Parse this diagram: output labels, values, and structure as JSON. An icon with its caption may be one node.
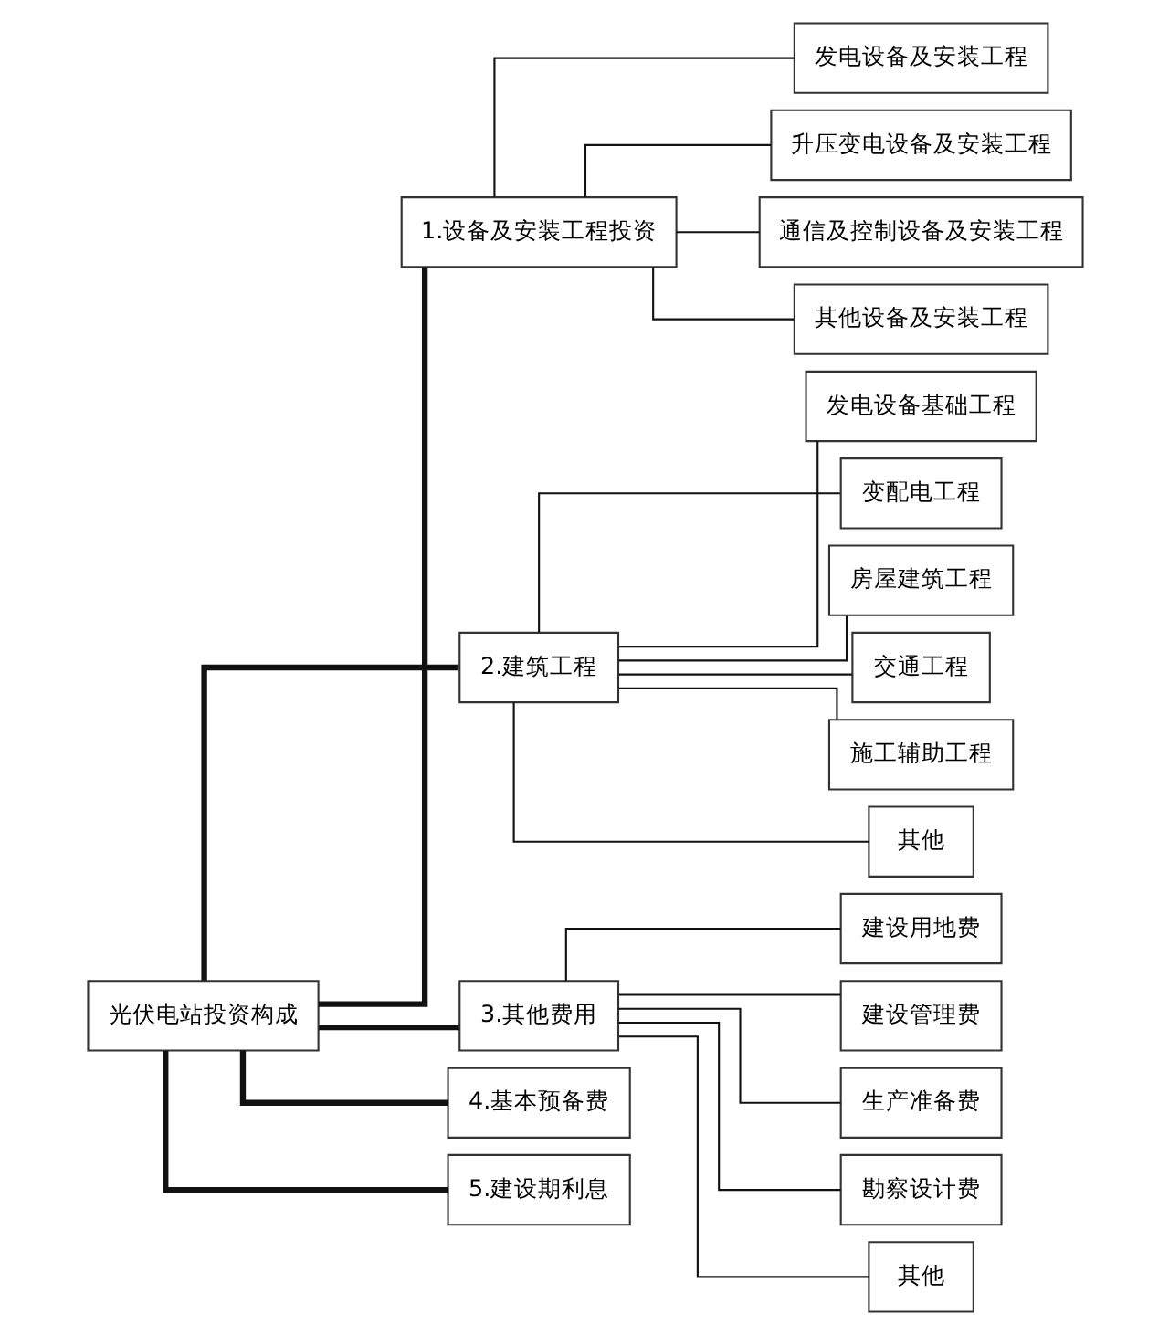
{
  "diagram": {
    "nodes": [
      {
        "text": [
          "光伏电站投资构成"
        ]
      },
      {
        "text": [
          "1.设备及安装工程投资"
        ]
      },
      {
        "text": [
          "发电设备及安装工程"
        ]
      },
      {
        "text": [
          "升压变电设备及安装工程"
        ]
      },
      {
        "text": [
          "通信及控制设备及安装工程"
        ]
      },
      {
        "text": [
          "其他设备及安装工程"
        ]
      },
      {
        "text": [
          "2.建筑工程"
        ]
      },
      {
        "text": [
          "发电设备基础工程"
        ]
      },
      {
        "text": [
          "变配电工程"
        ]
      },
      {
        "text": [
          "房屋建筑工程"
        ]
      },
      {
        "text": [
          "交通工程"
        ]
      },
      {
        "text": [
          "施工辅助工程"
        ]
      },
      {
        "text": [
          "其他"
        ]
      },
      {
        "text": [
          "3.其他费用"
        ]
      },
      {
        "text": [
          "建设用地费"
        ]
      },
      {
        "text": [
          "建设管理费"
        ]
      },
      {
        "text": [
          "生产准备费"
        ]
      },
      {
        "text": [
          "勘察设计费"
        ]
      },
      {
        "text": [
          "其他"
        ]
      },
      {
        "text": [
          "4.基本预备费"
        ]
      },
      {
        "text": [
          "5.建设期利息"
        ]
      }
    ],
    "edges": [
      {
        "from": 0,
        "to": 1,
        "arrow": "none",
        "style": "thick"
      },
      {
        "from": 1,
        "to": 2,
        "arrow": "none"
      },
      {
        "from": 1,
        "to": 3,
        "arrow": "none"
      },
      {
        "from": 1,
        "to": 4,
        "arrow": "none"
      },
      {
        "from": 1,
        "to": 5,
        "arrow": "none"
      },
      {
        "from": 0,
        "to": 6,
        "arrow": "none",
        "style": "thick"
      },
      {
        "from": 6,
        "to": 7,
        "arrow": "none"
      },
      {
        "from": 6,
        "to": 8,
        "arrow": "none"
      },
      {
        "from": 6,
        "to": 9,
        "arrow": "none"
      },
      {
        "from": 6,
        "to": 10,
        "arrow": "none"
      },
      {
        "from": 6,
        "to": 11,
        "arrow": "none"
      },
      {
        "from": 6,
        "to": 12,
        "arrow": "none"
      },
      {
        "from": 0,
        "to": 13,
        "arrow": "none",
        "style": "thick"
      },
      {
        "from": 13,
        "to": 14,
        "arrow": "none"
      },
      {
        "from": 13,
        "to": 15,
        "arrow": "none"
      },
      {
        "from": 13,
        "to": 16,
        "arrow": "none"
      },
      {
        "from": 13,
        "to": 17,
        "arrow": "none"
      },
      {
        "from": 13,
        "to": 18,
        "arrow": "none"
      },
      {
        "from": 0,
        "to": 19,
        "arrow": "none",
        "style": "thick"
      },
      {
        "from": 0,
        "to": 20,
        "arrow": "none",
        "style": "thick"
      }
    ]
  }
}
